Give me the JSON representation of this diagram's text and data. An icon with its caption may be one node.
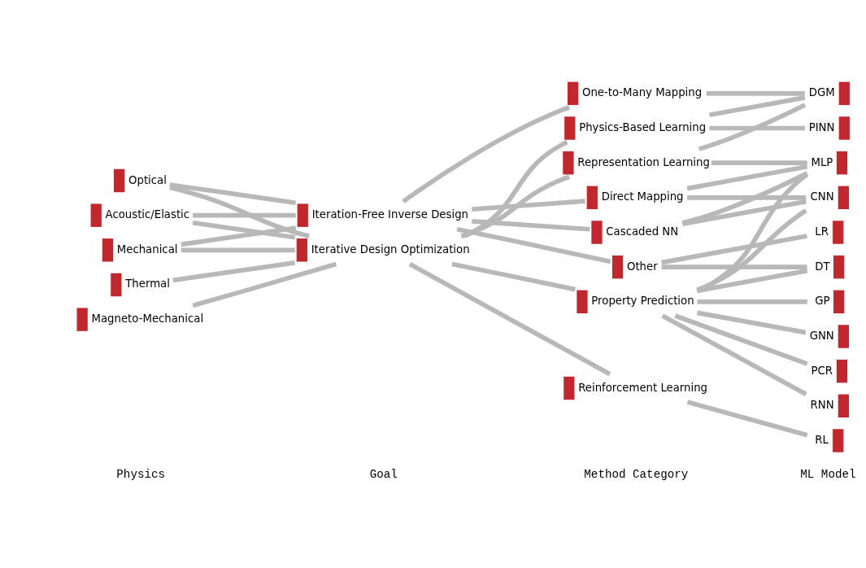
{
  "diagram": {
    "nodes": [
      {
        "text": [
          "Optical"
        ]
      },
      {
        "text": [
          "Acoustic/Elastic"
        ]
      },
      {
        "text": [
          "Mechanical"
        ]
      },
      {
        "text": [
          "Thermal"
        ]
      },
      {
        "text": [
          "Magneto-Mechanical"
        ]
      },
      {
        "text": [
          "Iteration-Free Inverse Design"
        ]
      },
      {
        "text": [
          "Iterative Design Optimization"
        ]
      },
      {
        "text": [
          "One-to-Many Mapping"
        ]
      },
      {
        "text": [
          "Direct Mapping"
        ]
      },
      {
        "text": [
          "Cascaded NN"
        ]
      },
      {
        "text": [
          "Other"
        ]
      },
      {
        "text": [
          "Representation Learning"
        ]
      },
      {
        "text": [
          "Property Prediction"
        ]
      },
      {
        "text": [
          "Physics-Based Learning"
        ]
      },
      {
        "text": [
          "Reinforcement Learning"
        ]
      },
      {
        "text": [
          "DGM"
        ]
      },
      {
        "text": [
          "MLP"
        ]
      },
      {
        "text": [
          "LR"
        ]
      },
      {
        "text": [
          "CNN"
        ]
      },
      {
        "text": [
          "DT"
        ]
      },
      {
        "text": [
          "PINN"
        ]
      },
      {
        "text": [
          "GP"
        ]
      },
      {
        "text": [
          "GNN"
        ]
      },
      {
        "text": [
          "PCR"
        ]
      },
      {
        "text": [
          "RNN"
        ]
      },
      {
        "text": [
          "RL"
        ]
      }
    ],
    "edges": [
      {
        "from": 0,
        "to": 5,
        "arrow": "none"
      },
      {
        "from": 0,
        "to": 6,
        "arrow": "none"
      },
      {
        "from": 1,
        "to": 5,
        "arrow": "none"
      },
      {
        "from": 1,
        "to": 6,
        "arrow": "none"
      },
      {
        "from": 2,
        "to": 5,
        "arrow": "none"
      },
      {
        "from": 2,
        "to": 6,
        "arrow": "none"
      },
      {
        "from": 3,
        "to": 6,
        "arrow": "none"
      },
      {
        "from": 4,
        "to": 6,
        "arrow": "none"
      },
      {
        "from": 5,
        "to": 7,
        "arrow": "none"
      },
      {
        "from": 5,
        "to": 8,
        "arrow": "none"
      },
      {
        "from": 5,
        "to": 9,
        "arrow": "none"
      },
      {
        "from": 5,
        "to": 10,
        "arrow": "none"
      },
      {
        "from": 6,
        "to": 11,
        "arrow": "none"
      },
      {
        "from": 6,
        "to": 12,
        "arrow": "none"
      },
      {
        "from": 6,
        "to": 13,
        "arrow": "none"
      },
      {
        "from": 6,
        "to": 14,
        "arrow": "none"
      },
      {
        "from": 7,
        "to": 15,
        "arrow": "none"
      },
      {
        "from": 8,
        "to": 16,
        "arrow": "none"
      },
      {
        "from": 8,
        "to": 18,
        "arrow": "none"
      },
      {
        "from": 9,
        "to": 16,
        "arrow": "none"
      },
      {
        "from": 9,
        "to": 18,
        "arrow": "none"
      },
      {
        "from": 10,
        "to": 17,
        "arrow": "none"
      },
      {
        "from": 10,
        "to": 19,
        "arrow": "none"
      },
      {
        "from": 11,
        "to": 15,
        "arrow": "none"
      },
      {
        "from": 11,
        "to": 16,
        "arrow": "none"
      },
      {
        "from": 12,
        "to": 16,
        "arrow": "none"
      },
      {
        "from": 12,
        "to": 18,
        "arrow": "none"
      },
      {
        "from": 12,
        "to": 19,
        "arrow": "none"
      },
      {
        "from": 12,
        "to": 21,
        "arrow": "none"
      },
      {
        "from": 12,
        "to": 22,
        "arrow": "none"
      },
      {
        "from": 12,
        "to": 23,
        "arrow": "none"
      },
      {
        "from": 12,
        "to": 24,
        "arrow": "none"
      },
      {
        "from": 13,
        "to": 15,
        "arrow": "none"
      },
      {
        "from": 13,
        "to": 20,
        "arrow": "none"
      },
      {
        "from": 14,
        "to": 25,
        "arrow": "none"
      }
    ],
    "labels": [
      "Physics",
      "Goal",
      "Method Category",
      "ML Model"
    ]
  }
}
